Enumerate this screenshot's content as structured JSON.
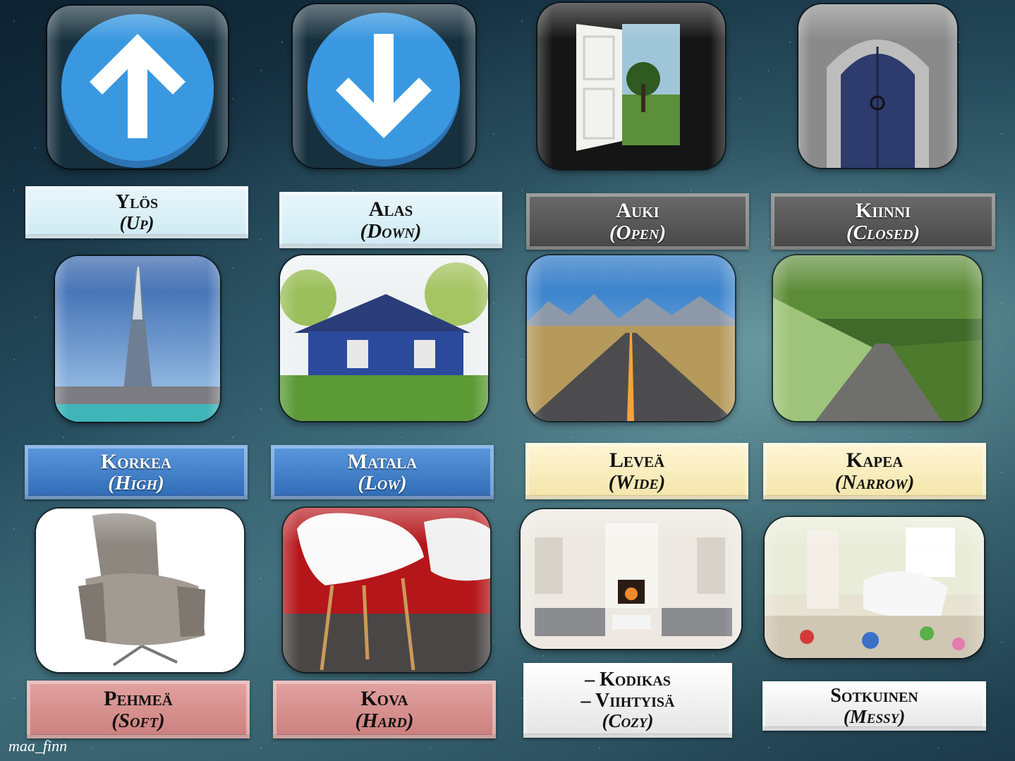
{
  "cards": [
    {
      "fi": "Ylös",
      "en": "(Up)",
      "icon": "arrow-up-icon"
    },
    {
      "fi": "Alas",
      "en": "(Down)",
      "icon": "arrow-down-icon"
    },
    {
      "fi": "Auki",
      "en": "(Open)",
      "icon": "open-door-photo"
    },
    {
      "fi": "Kiinni",
      "en": "(Closed)",
      "icon": "closed-door-photo"
    },
    {
      "fi": "Korkea",
      "en": "(High)",
      "icon": "tall-tower-photo"
    },
    {
      "fi": "Matala",
      "en": "(Low)",
      "icon": "low-house-photo"
    },
    {
      "fi": "Leveä",
      "en": "(Wide)",
      "icon": "wide-road-photo"
    },
    {
      "fi": "Kapea",
      "en": "(Narrow)",
      "icon": "narrow-road-photo"
    },
    {
      "fi": "Pehmeä",
      "en": "(Soft)",
      "icon": "soft-armchair-photo"
    },
    {
      "fi": "Kova",
      "en": "(Hard)",
      "icon": "hard-chair-photo"
    },
    {
      "fi_line1": "– Kodikas",
      "fi_line2": "– Viihtyisä",
      "en": "(Cozy)",
      "icon": "cozy-room-photo"
    },
    {
      "fi": "Sotkuinen",
      "en": "(Messy)",
      "icon": "messy-room-photo"
    }
  ],
  "credit": "maa_finn",
  "colors": {
    "arrow_blue": "#3a98e0",
    "label_blue": "#3b7cc8",
    "label_dark": "#555555",
    "label_cream": "#f8ecbf",
    "label_pink": "#d78f8d",
    "label_lightblue": "#dbf0f7"
  }
}
